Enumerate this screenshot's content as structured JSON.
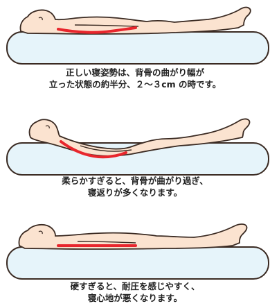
{
  "panels": [
    {
      "id": "correct",
      "caption_lines": [
        "正しい寝姿勢は、背骨の曲がり幅が",
        "立った状態の約半分、２～３cm の時です。"
      ]
    },
    {
      "id": "too-soft",
      "caption_lines": [
        "柔らかすぎると、背骨が曲がり過ぎ、",
        "寝返りが多くなります。"
      ]
    },
    {
      "id": "too-hard",
      "caption_lines": [
        "硬すぎると、耐圧を感じやすく、",
        "寝心地が悪くなります。"
      ]
    }
  ],
  "colors": {
    "body_fill": "#fbe3d0",
    "outline": "#3a2a22",
    "mattress_fill": "#e6f4fa",
    "spine": "#e8262d"
  }
}
